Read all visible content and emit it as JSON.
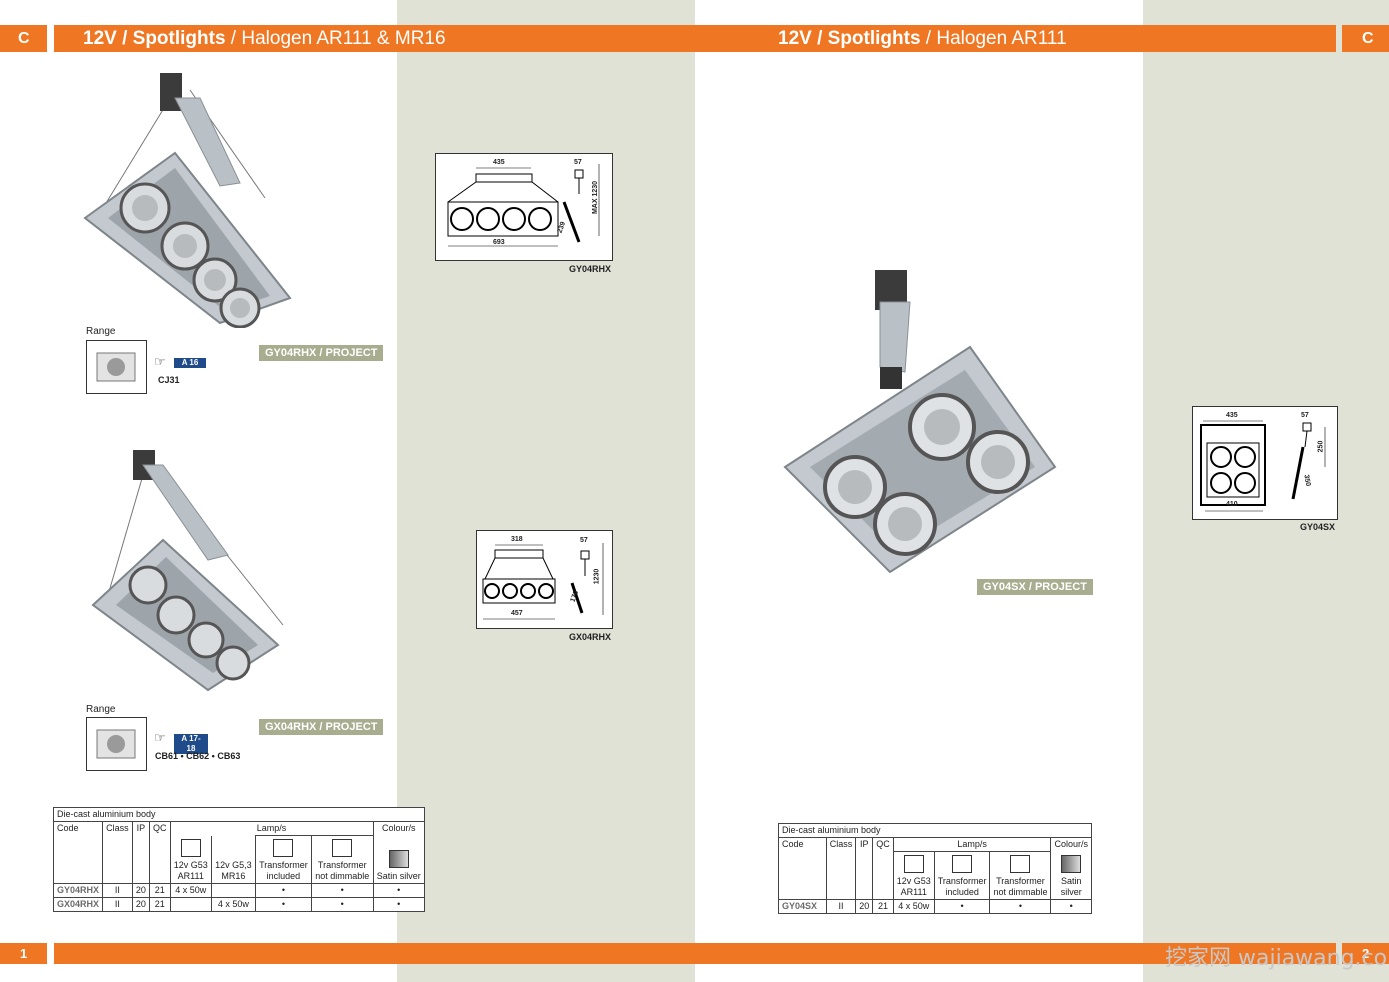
{
  "left": {
    "tab_letter": "C",
    "title_bold": "12V / Spotlights",
    "title_rest": " / Halogen AR111 & MR16",
    "page_number": "1",
    "products": [
      {
        "tag": "GY04RHX / PROJECT",
        "range_label": "Range",
        "ref_badge": "A 16",
        "range_codes": "CJ31",
        "drawing_code": "GY04RHX",
        "dims": {
          "top": "435",
          "side": "57",
          "bottom": "693",
          "height": "MAX 1230",
          "tilt": "239"
        }
      },
      {
        "tag": "GX04RHX / PROJECT",
        "range_label": "Range",
        "ref_badge": "A 17-18",
        "range_codes": "CB61 • CB62 • CB63",
        "drawing_code": "GX04RHX",
        "dims": {
          "top": "318",
          "side": "57",
          "bottom": "457",
          "height": "1230",
          "tilt": "176"
        }
      }
    ],
    "table": {
      "caption": "Die-cast aluminium body",
      "head": {
        "code": "Code",
        "class": "Class",
        "ip": "IP",
        "qc": "QC",
        "lamps": "Lamp/s",
        "colours": "Colour/s"
      },
      "sub": [
        "12v G53\nAR111",
        "12v G5,3\nMR16",
        "Transformer\nincluded",
        "Transformer\nnot dimmable",
        "Satin silver"
      ],
      "rows": [
        [
          "GY04RHX",
          "II",
          "20",
          "21",
          "4 x 50w",
          "",
          "•",
          "•",
          "•"
        ],
        [
          "GX04RHX",
          "II",
          "20",
          "21",
          "",
          "4 x 50w",
          "•",
          "•",
          "•"
        ]
      ]
    }
  },
  "right": {
    "tab_letter": "C",
    "title_bold": "12V / Spotlights",
    "title_rest": " / Halogen AR111",
    "page_number": "2",
    "watermark": "挖家网 wajiawang.com",
    "product": {
      "tag": "GY04SX / PROJECT",
      "drawing_code": "GY04SX",
      "dims": {
        "top": "435",
        "side": "57",
        "bottom": "410",
        "height": "250",
        "tilt": "350"
      }
    },
    "table": {
      "caption": "Die-cast aluminium body",
      "head": {
        "code": "Code",
        "class": "Class",
        "ip": "IP",
        "qc": "QC",
        "lamps": "Lamp/s",
        "colours": "Colour/s"
      },
      "sub": [
        "12v G53\nAR111",
        "Transformer\nincluded",
        "Transformer\nnot dimmable",
        "Satin silver"
      ],
      "rows": [
        [
          "GY04SX",
          "II",
          "20",
          "21",
          "4 x 50w",
          "•",
          "•",
          "•"
        ]
      ]
    }
  },
  "colors": {
    "orange": "#ef7622",
    "band": "#e0e2d6",
    "tag": "#a9ad8f",
    "badge": "#1f4b8a"
  }
}
